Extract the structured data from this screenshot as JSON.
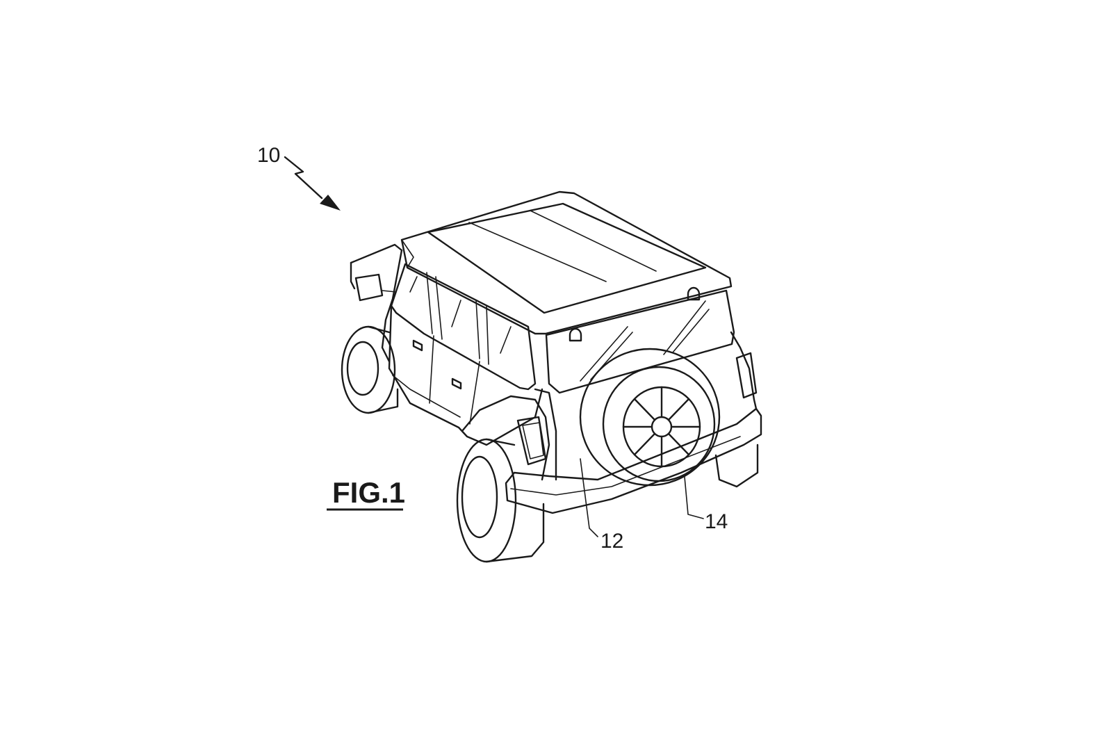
{
  "figure": {
    "caption": "FIG.1",
    "reference_numerals": {
      "vehicle": "10",
      "body": "12",
      "spare_tire": "14"
    }
  }
}
